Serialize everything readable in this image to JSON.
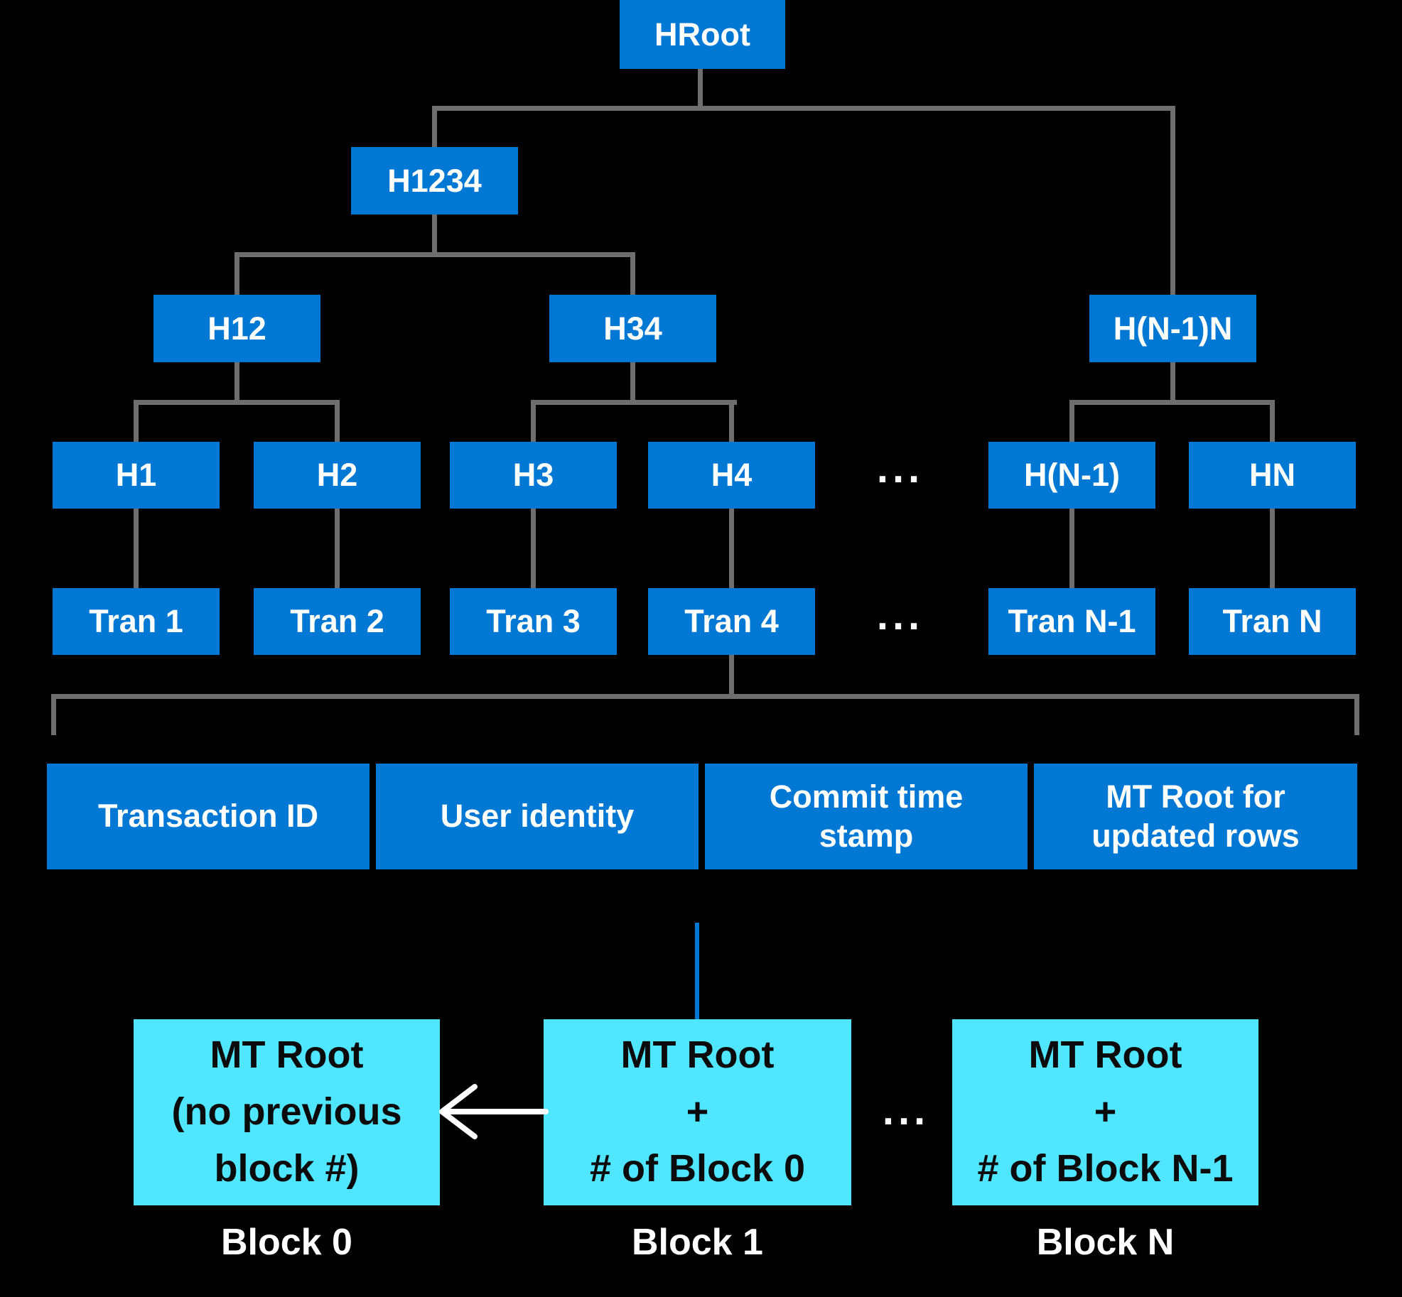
{
  "colors": {
    "background": "#000000",
    "node_fill": "#0078D4",
    "node_text": "#FFFFFF",
    "block_fill": "#50E6FF",
    "block_text": "#0B0B0B",
    "connector_gray": "#6E6E6E",
    "connector_blue": "#0078D4",
    "arrow_white": "#FFFFFF"
  },
  "merkle_tree": {
    "root": "HRoot",
    "level_2": [
      "H1234"
    ],
    "level_3": [
      "H12",
      "H34",
      "H(N-1)N"
    ],
    "hash_leaves": [
      "H1",
      "H2",
      "H3",
      "H4",
      "H(N-1)",
      "HN"
    ],
    "hash_row_ellipsis": "...",
    "transactions": [
      "Tran 1",
      "Tran 2",
      "Tran 3",
      "Tran 4",
      "Tran N-1",
      "Tran N"
    ],
    "transaction_row_ellipsis": "..."
  },
  "transaction_fields": [
    {
      "lines": [
        "Transaction ID"
      ]
    },
    {
      "lines": [
        "User identity"
      ]
    },
    {
      "lines": [
        "Commit time",
        "stamp"
      ]
    },
    {
      "lines": [
        "MT Root for",
        "updated rows"
      ]
    }
  ],
  "blocks": {
    "row_ellipsis": "...",
    "items": [
      {
        "lines": [
          "MT Root",
          "(no previous",
          "block #)"
        ],
        "label": "Block 0"
      },
      {
        "lines": [
          "MT Root",
          "+",
          "# of Block 0"
        ],
        "label": "Block 1"
      },
      {
        "lines": [
          "MT Root",
          "+",
          "# of Block N-1"
        ],
        "label": "Block N"
      }
    ]
  }
}
